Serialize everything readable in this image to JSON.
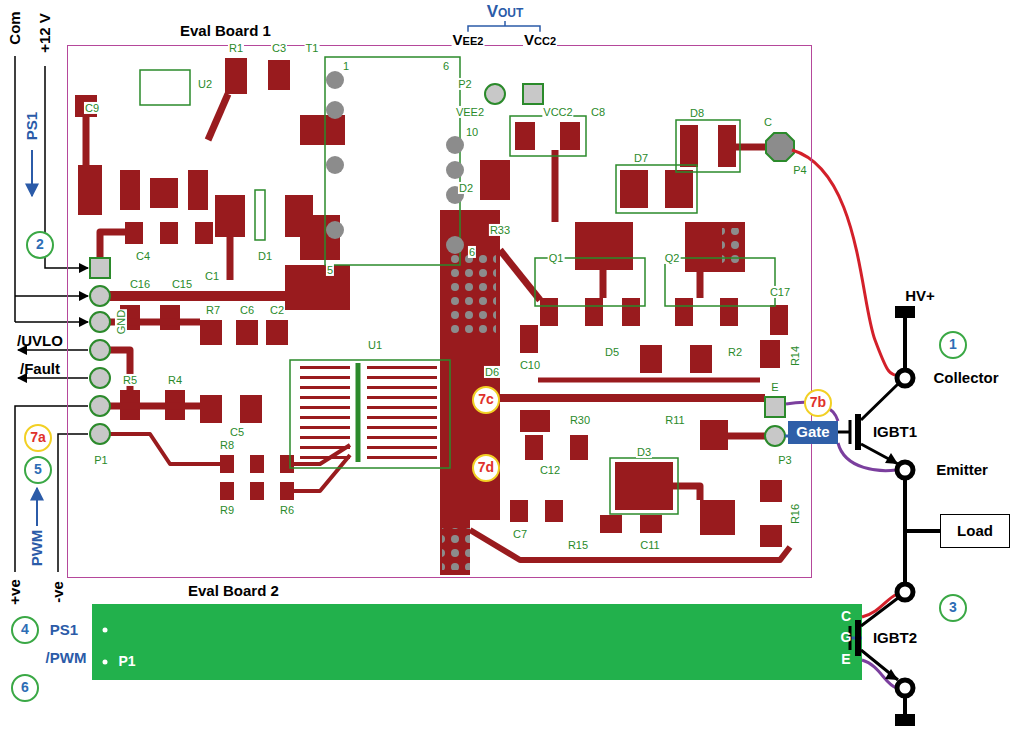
{
  "diagram": {
    "nodes": [
      {
        "text": [
          "Eval Board 1"
        ]
      },
      {
        "text": [
          "1"
        ]
      },
      {
        "text": [
          "2"
        ]
      },
      {
        "text": [
          "7a"
        ]
      },
      {
        "text": [
          "5"
        ]
      },
      {
        "text": [
          "7c"
        ],
        "in": 0
      },
      {
        "text": [
          "7b"
        ]
      },
      {
        "text": [
          "Gate"
        ]
      },
      {
        "text": [
          "7d"
        ],
        "in": 0
      },
      {
        "text": [
          "Load"
        ]
      },
      {
        "text": [
          "3"
        ]
      },
      {
        "text": [
          "Eval Board 2"
        ]
      },
      {
        "text": [
          "4"
        ]
      },
      {
        "text": [
          "6"
        ]
      }
    ],
    "labels": [
      "Com",
      "+12 V",
      "PS1",
      "/UVLO",
      "/Fault",
      "PWM",
      "+ve",
      "-ve",
      "VOUT",
      "VEE2",
      "VCC2",
      "HV+",
      "Collector",
      "IGBT1",
      "Emitter",
      "IGBT2",
      "PS1",
      "/PWM",
      "P1",
      "C",
      "G",
      "E",
      "R1",
      "C3",
      "T1",
      "1",
      "6",
      "U2",
      "C9",
      "C4",
      "C1",
      "D1",
      "5",
      "10",
      "6",
      "D2",
      "P2",
      "VEE2",
      "VCC2",
      "C8",
      "D8",
      "C",
      "P4",
      "D7",
      "R33",
      "Q1",
      "Q2",
      "C17",
      "C16",
      "C15",
      "GND",
      "R7",
      "C6",
      "C2",
      "U1",
      "C10",
      "D5",
      "D6",
      "R2",
      "R14",
      "E",
      "C5",
      "R30",
      "R11",
      "R5",
      "R4",
      "C12",
      "P3",
      "D3",
      "P1",
      "R8",
      "R9",
      "R6",
      "C7",
      "R15",
      "C11",
      "R16"
    ]
  }
}
